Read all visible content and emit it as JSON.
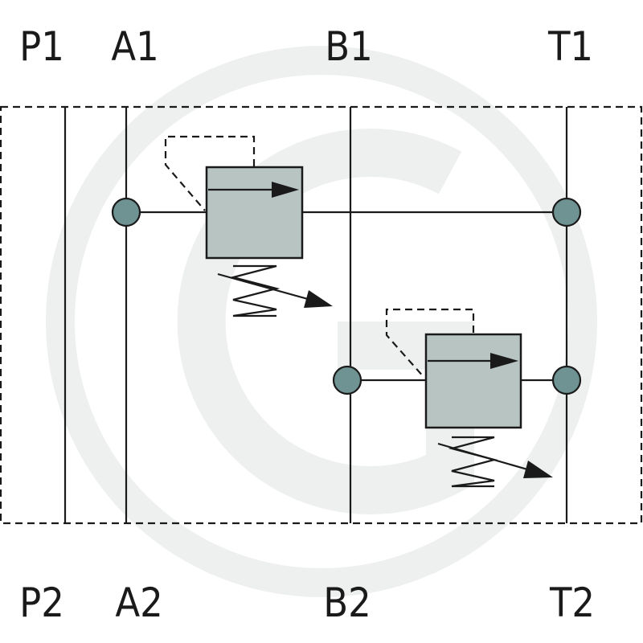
{
  "ports": {
    "top": [
      "P1",
      "A1",
      "B1",
      "T1"
    ],
    "bottom": [
      "P2",
      "A2",
      "B2",
      "T2"
    ]
  },
  "colors": {
    "line": "#1a1a1a",
    "valve_fill": "#b8c4c2",
    "junction_fill": "#6f9393",
    "watermark": "#eef0ef"
  }
}
